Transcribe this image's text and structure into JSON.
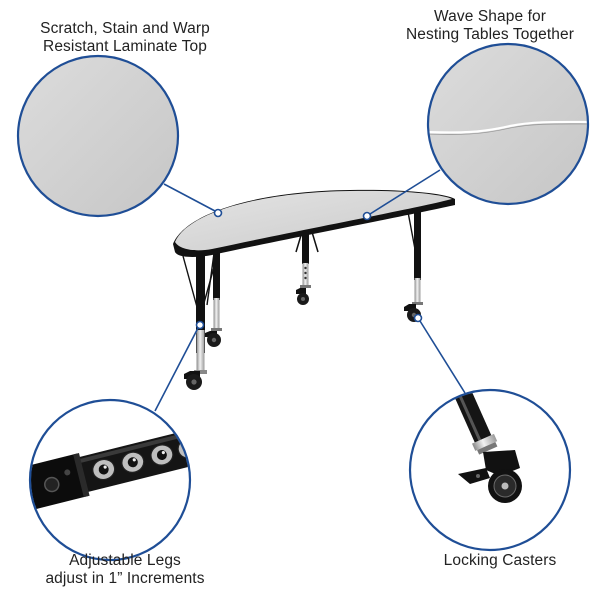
{
  "product": "Half-round activity table with adjustable legs on casters",
  "accent_color": "#1f4e96",
  "callouts": [
    {
      "id": "laminate-top",
      "lines": [
        "Scratch, Stain and Warp",
        "Resistant Laminate Top"
      ],
      "position": "top-left"
    },
    {
      "id": "wave-shape",
      "lines": [
        "Wave Shape for",
        "Nesting Tables Together"
      ],
      "position": "top-right"
    },
    {
      "id": "adjustable-legs",
      "lines": [
        "Adjustable Legs",
        "adjust in 1” Increments"
      ],
      "position": "bottom-left"
    },
    {
      "id": "locking-casters",
      "lines": [
        "Locking Casters"
      ],
      "position": "bottom-right"
    }
  ]
}
